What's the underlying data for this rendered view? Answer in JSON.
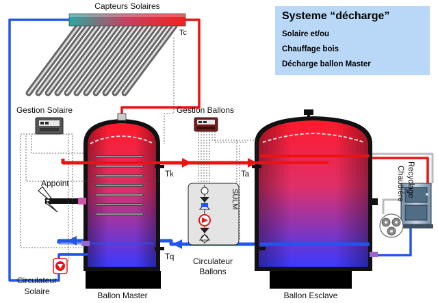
{
  "info": {
    "title": "Systeme “décharge”",
    "lines": [
      "Solaire et/ou",
      "Chauffage bois",
      "Décharge ballon Master"
    ]
  },
  "labels": {
    "capteurs": "Capteurs Solaires",
    "tc": "Tc",
    "gestion_solaire": "Gestion Solaire",
    "gestion_ballons": "Gestion Ballons",
    "appoint": "Appoint",
    "tk": "Tk",
    "ta": "Ta",
    "tq": "Tq",
    "sulm": "SULM",
    "circ_ballons_1": "Circulateur",
    "circ_ballons_2": "Ballons",
    "circ_solaire_1": "Circulateur",
    "circ_solaire_2": "Solaire",
    "ballon_master": "Ballon Master",
    "ballon_esclave": "Ballon Esclave",
    "recyclage": "Recyclage",
    "chaudiere": "Chaudière"
  },
  "colors": {
    "hot": "#ee1111",
    "cold": "#2255ee",
    "tank_top": "#ff1a1a",
    "tank_bottom": "#3a3aff",
    "info_bg": "#b9d7f7"
  }
}
